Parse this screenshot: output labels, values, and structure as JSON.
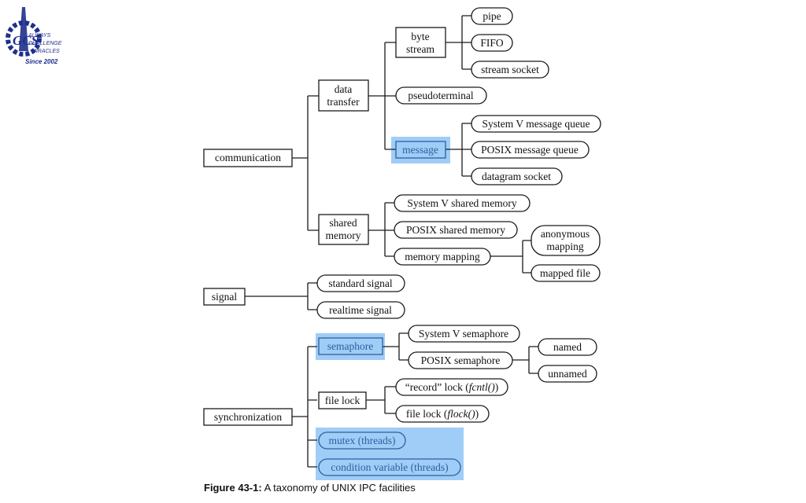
{
  "logo": {
    "initials": "GCS",
    "lines": [
      "ALWAYS",
      "CHALLENGE",
      "MIRACLES",
      "Since 2002"
    ]
  },
  "caption": {
    "label": "Figure 43-1:",
    "text": "A taxonomy of UNIX IPC facilities"
  },
  "tree": {
    "communication": "communication",
    "data_transfer": [
      "data",
      "transfer"
    ],
    "byte_stream": [
      "byte",
      "stream"
    ],
    "pipe": "pipe",
    "fifo": "FIFO",
    "stream_socket": "stream socket",
    "pseudoterminal": "pseudoterminal",
    "message": "message",
    "sysv_msg_queue": "System V message queue",
    "posix_msg_queue": "POSIX message queue",
    "datagram_socket": "datagram socket",
    "shared_memory": [
      "shared",
      "memory"
    ],
    "sysv_shm": "System V shared memory",
    "posix_shm": "POSIX shared memory",
    "memory_mapping": "memory mapping",
    "anonymous_mapping": [
      "anonymous",
      "mapping"
    ],
    "mapped_file": "mapped file",
    "signal": "signal",
    "standard_signal": "standard signal",
    "realtime_signal": "realtime signal",
    "synchronization": "synchronization",
    "semaphore": "semaphore",
    "sysv_semaphore": "System V semaphore",
    "posix_semaphore": "POSIX semaphore",
    "named": "named",
    "unnamed": "unnamed",
    "file_lock": "file lock",
    "record_lock": {
      "prefix": "“record” lock (",
      "func": "fcntl()",
      "suffix": ")"
    },
    "flock": {
      "prefix": "file lock (",
      "func": "flock()",
      "suffix": ")"
    },
    "mutex": "mutex (threads)",
    "condition_variable": "condition variable (threads)"
  },
  "colors": {
    "highlight": "#9fcdf7",
    "highlight_text": "#2c5f9e",
    "line": "#1a1a1a",
    "logo_blue": "#1f2f8c"
  }
}
